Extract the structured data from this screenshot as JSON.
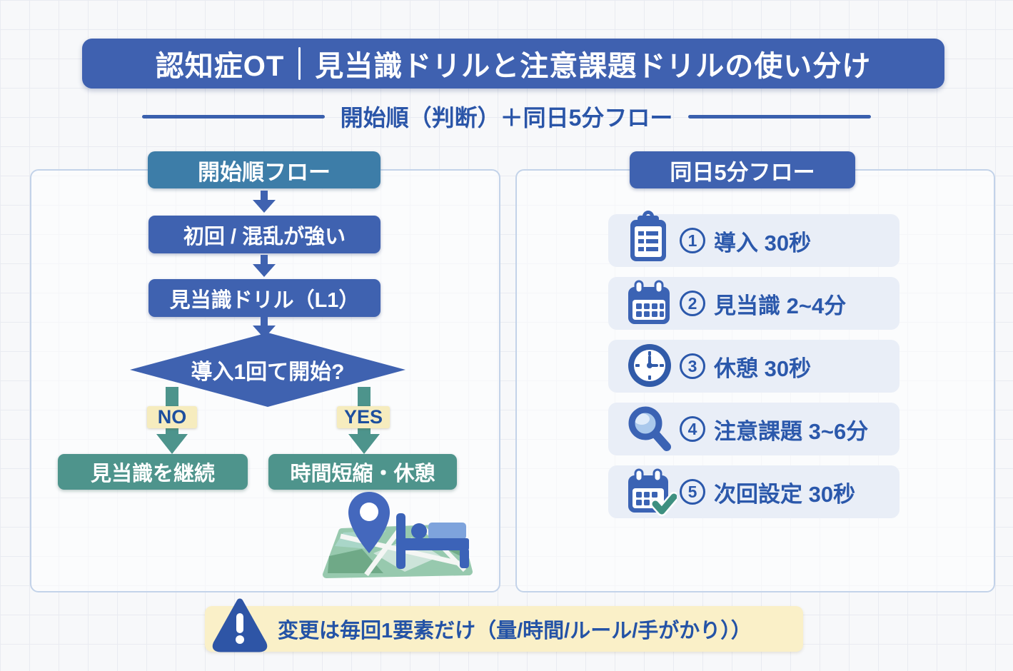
{
  "title": {
    "left": "認知症OT",
    "right": "見当識ドリルと注意課題ドリルの使い分け"
  },
  "subtitle": "開始順（判断）＋同日5分フロー",
  "left_panel": {
    "header": "開始順フロー",
    "box1": "初回 / 混乱が強い",
    "box2": "見当識ドリル（L1）",
    "decision": "導入1回て開始?",
    "no_label": "NO",
    "yes_label": "YES",
    "no_result": "見当識を継続",
    "yes_result": "時間短縮・休憩",
    "illustration_icons": [
      "map-icon",
      "location-pin-icon",
      "bed-icon"
    ]
  },
  "right_panel": {
    "header": "同日5分フロー",
    "items": [
      {
        "num": "1",
        "icon": "clipboard-icon",
        "label": "導入 30秒"
      },
      {
        "num": "2",
        "icon": "calendar-icon",
        "label": "見当識 2~4分"
      },
      {
        "num": "3",
        "icon": "clock-icon",
        "label": "休憩 30秒"
      },
      {
        "num": "4",
        "icon": "magnifier-icon",
        "label": "注意課題 3~6分"
      },
      {
        "num": "5",
        "icon": "calendar-check-icon",
        "label": "次回設定 30秒"
      }
    ]
  },
  "banner": {
    "icon": "warning-triangle-icon",
    "text": "変更は毎回1要素だけ（量/時間/ルール/手がかり））"
  },
  "colors": {
    "primary_blue": "#3f61b0",
    "header_teal_blue": "#3d7da8",
    "teal_green": "#4e948c",
    "label_yellow": "#f6ecbe",
    "banner_yellow": "#faf0c8",
    "card_bg": "#e9eef7",
    "text_blue": "#2b58ab",
    "panel_border": "#c3d3e9",
    "background": "#f7f8fa"
  }
}
